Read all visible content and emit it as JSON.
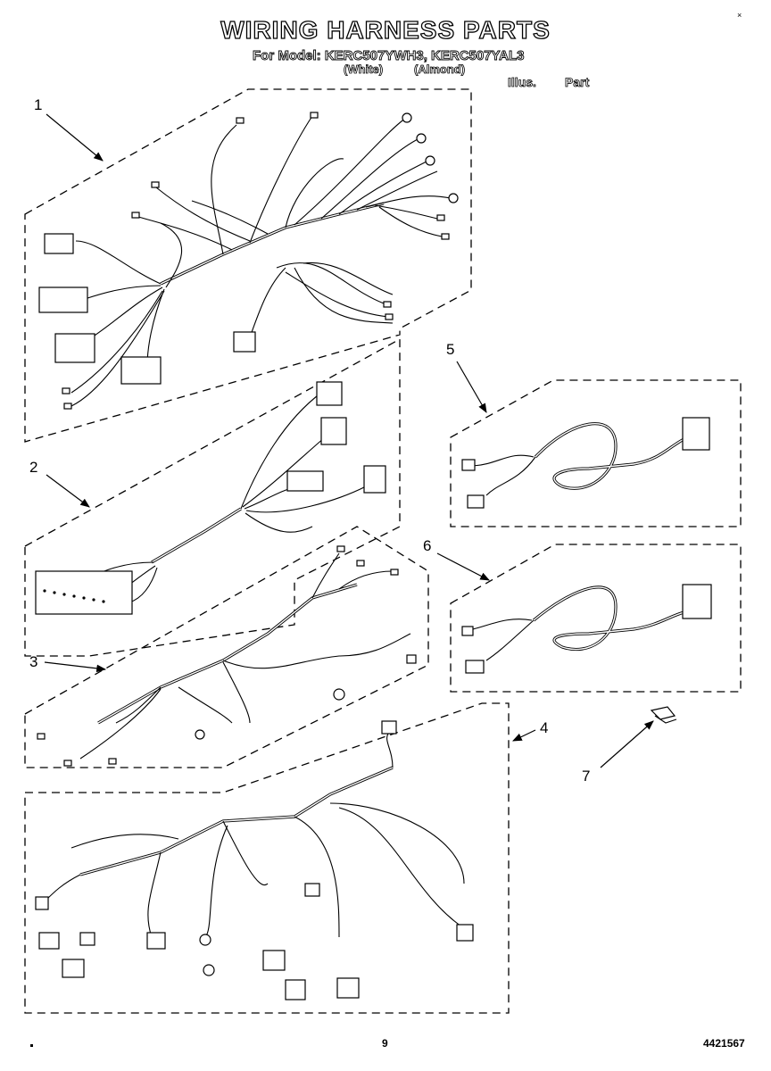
{
  "header": {
    "title": "WIRING HARNESS PARTS",
    "model_line": "For Model: KERC507YWH3, KERC507YAL3",
    "color_white": "(White)",
    "color_almond": "(Almond)",
    "col_illus": "Illus.",
    "col_part": "Part"
  },
  "callouts": [
    "1",
    "2",
    "3",
    "4",
    "5",
    "6",
    "7"
  ],
  "footer": {
    "page_number": "9",
    "doc_number": "4421567"
  }
}
